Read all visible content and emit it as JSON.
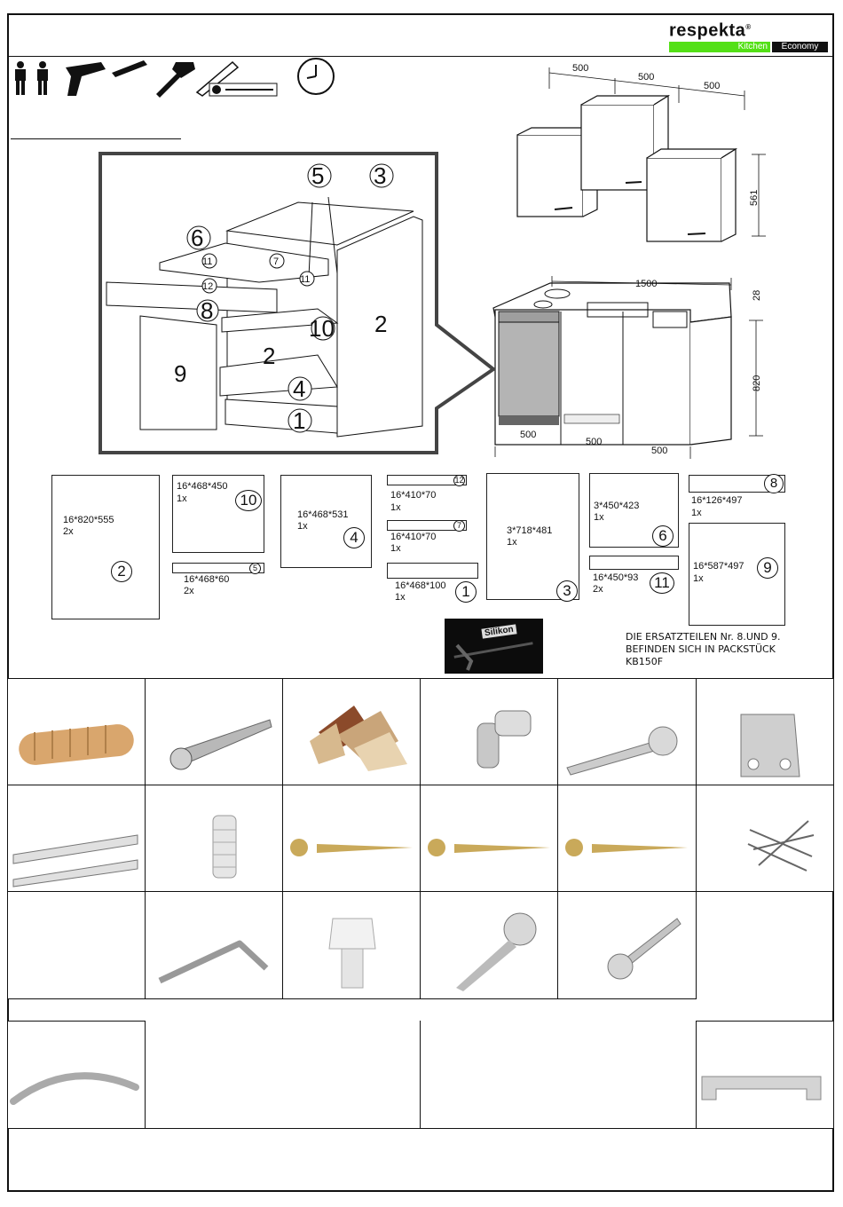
{
  "brand": {
    "name": "respekta",
    "mark": "®",
    "line_left": "Kitchen",
    "line_right": "Economy"
  },
  "tools": [
    "two-persons-icon",
    "drill-icon",
    "drill-bit-icon",
    "hammer-icon",
    "screwdriver-icon",
    "clock-icon"
  ],
  "assembly_callouts": [
    "5",
    "3",
    "6",
    "11",
    "7",
    "12",
    "11",
    "8",
    "10",
    "2",
    "2",
    "9",
    "4",
    "1"
  ],
  "dimensions": {
    "wall_widths": [
      "500",
      "500",
      "500"
    ],
    "wall_height": "561",
    "base_width": "1500",
    "base_top": "28",
    "base_height": "820",
    "base_widths": [
      "500",
      "500",
      "500"
    ]
  },
  "parts": [
    {
      "num": "2",
      "size": "16*820*555",
      "qty": "2x"
    },
    {
      "num": "10",
      "size": "16*468*450",
      "qty": "1x"
    },
    {
      "num": "5",
      "size": "16*468*60",
      "qty": "2x"
    },
    {
      "num": "4",
      "size": "16*468*531",
      "qty": "1x"
    },
    {
      "num": "12",
      "size": "16*410*70",
      "qty": "1x"
    },
    {
      "num": "7",
      "size": "16*410*70",
      "qty": "1x"
    },
    {
      "num": "1",
      "size": "16*468*100",
      "qty": "1x"
    },
    {
      "num": "3",
      "size": "3*718*481",
      "qty": "1x"
    },
    {
      "num": "6",
      "size": "3*450*423",
      "qty": "1x"
    },
    {
      "num": "11",
      "size": "16*450*93",
      "qty": "2x"
    },
    {
      "num": "8",
      "size": "16*126*497",
      "qty": "1x"
    },
    {
      "num": "9",
      "size": "16*587*497",
      "qty": "1x"
    }
  ],
  "silikon_label": "Silikon",
  "note_lines": [
    "DIE ERSATZTEILEN Nr. 8.UND 9.",
    "BEFINDEN SICH IN PACKSTÜCK",
    "KB150F"
  ],
  "hardware": [
    "dowel-icon",
    "connector-screw-icon",
    "edge-veneer-icon",
    "shelf-support-icon",
    "hinge-icon",
    "mounting-plate-icon",
    "drawer-runner-icon",
    "plastic-dowel-icon",
    "wood-screw-icon",
    "wood-screw-icon",
    "wood-screw-icon",
    "nails-icon",
    "allen-key-icon",
    "shelf-pin-icon",
    "flat-head-screw-icon",
    "machine-screw-icon",
    "bow-handle-icon",
    "bar-handle-icon"
  ]
}
